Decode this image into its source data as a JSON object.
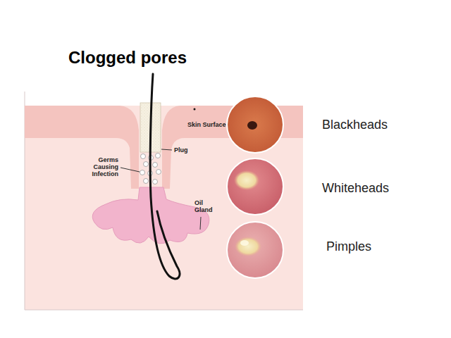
{
  "diagram": {
    "title": "Clogged pores",
    "labels": [
      "Skin Surface",
      "Plug",
      "Germs Causing Infection",
      "Oil Gland",
      "Blackheads",
      "Whiteheads",
      "Pimples"
    ]
  }
}
